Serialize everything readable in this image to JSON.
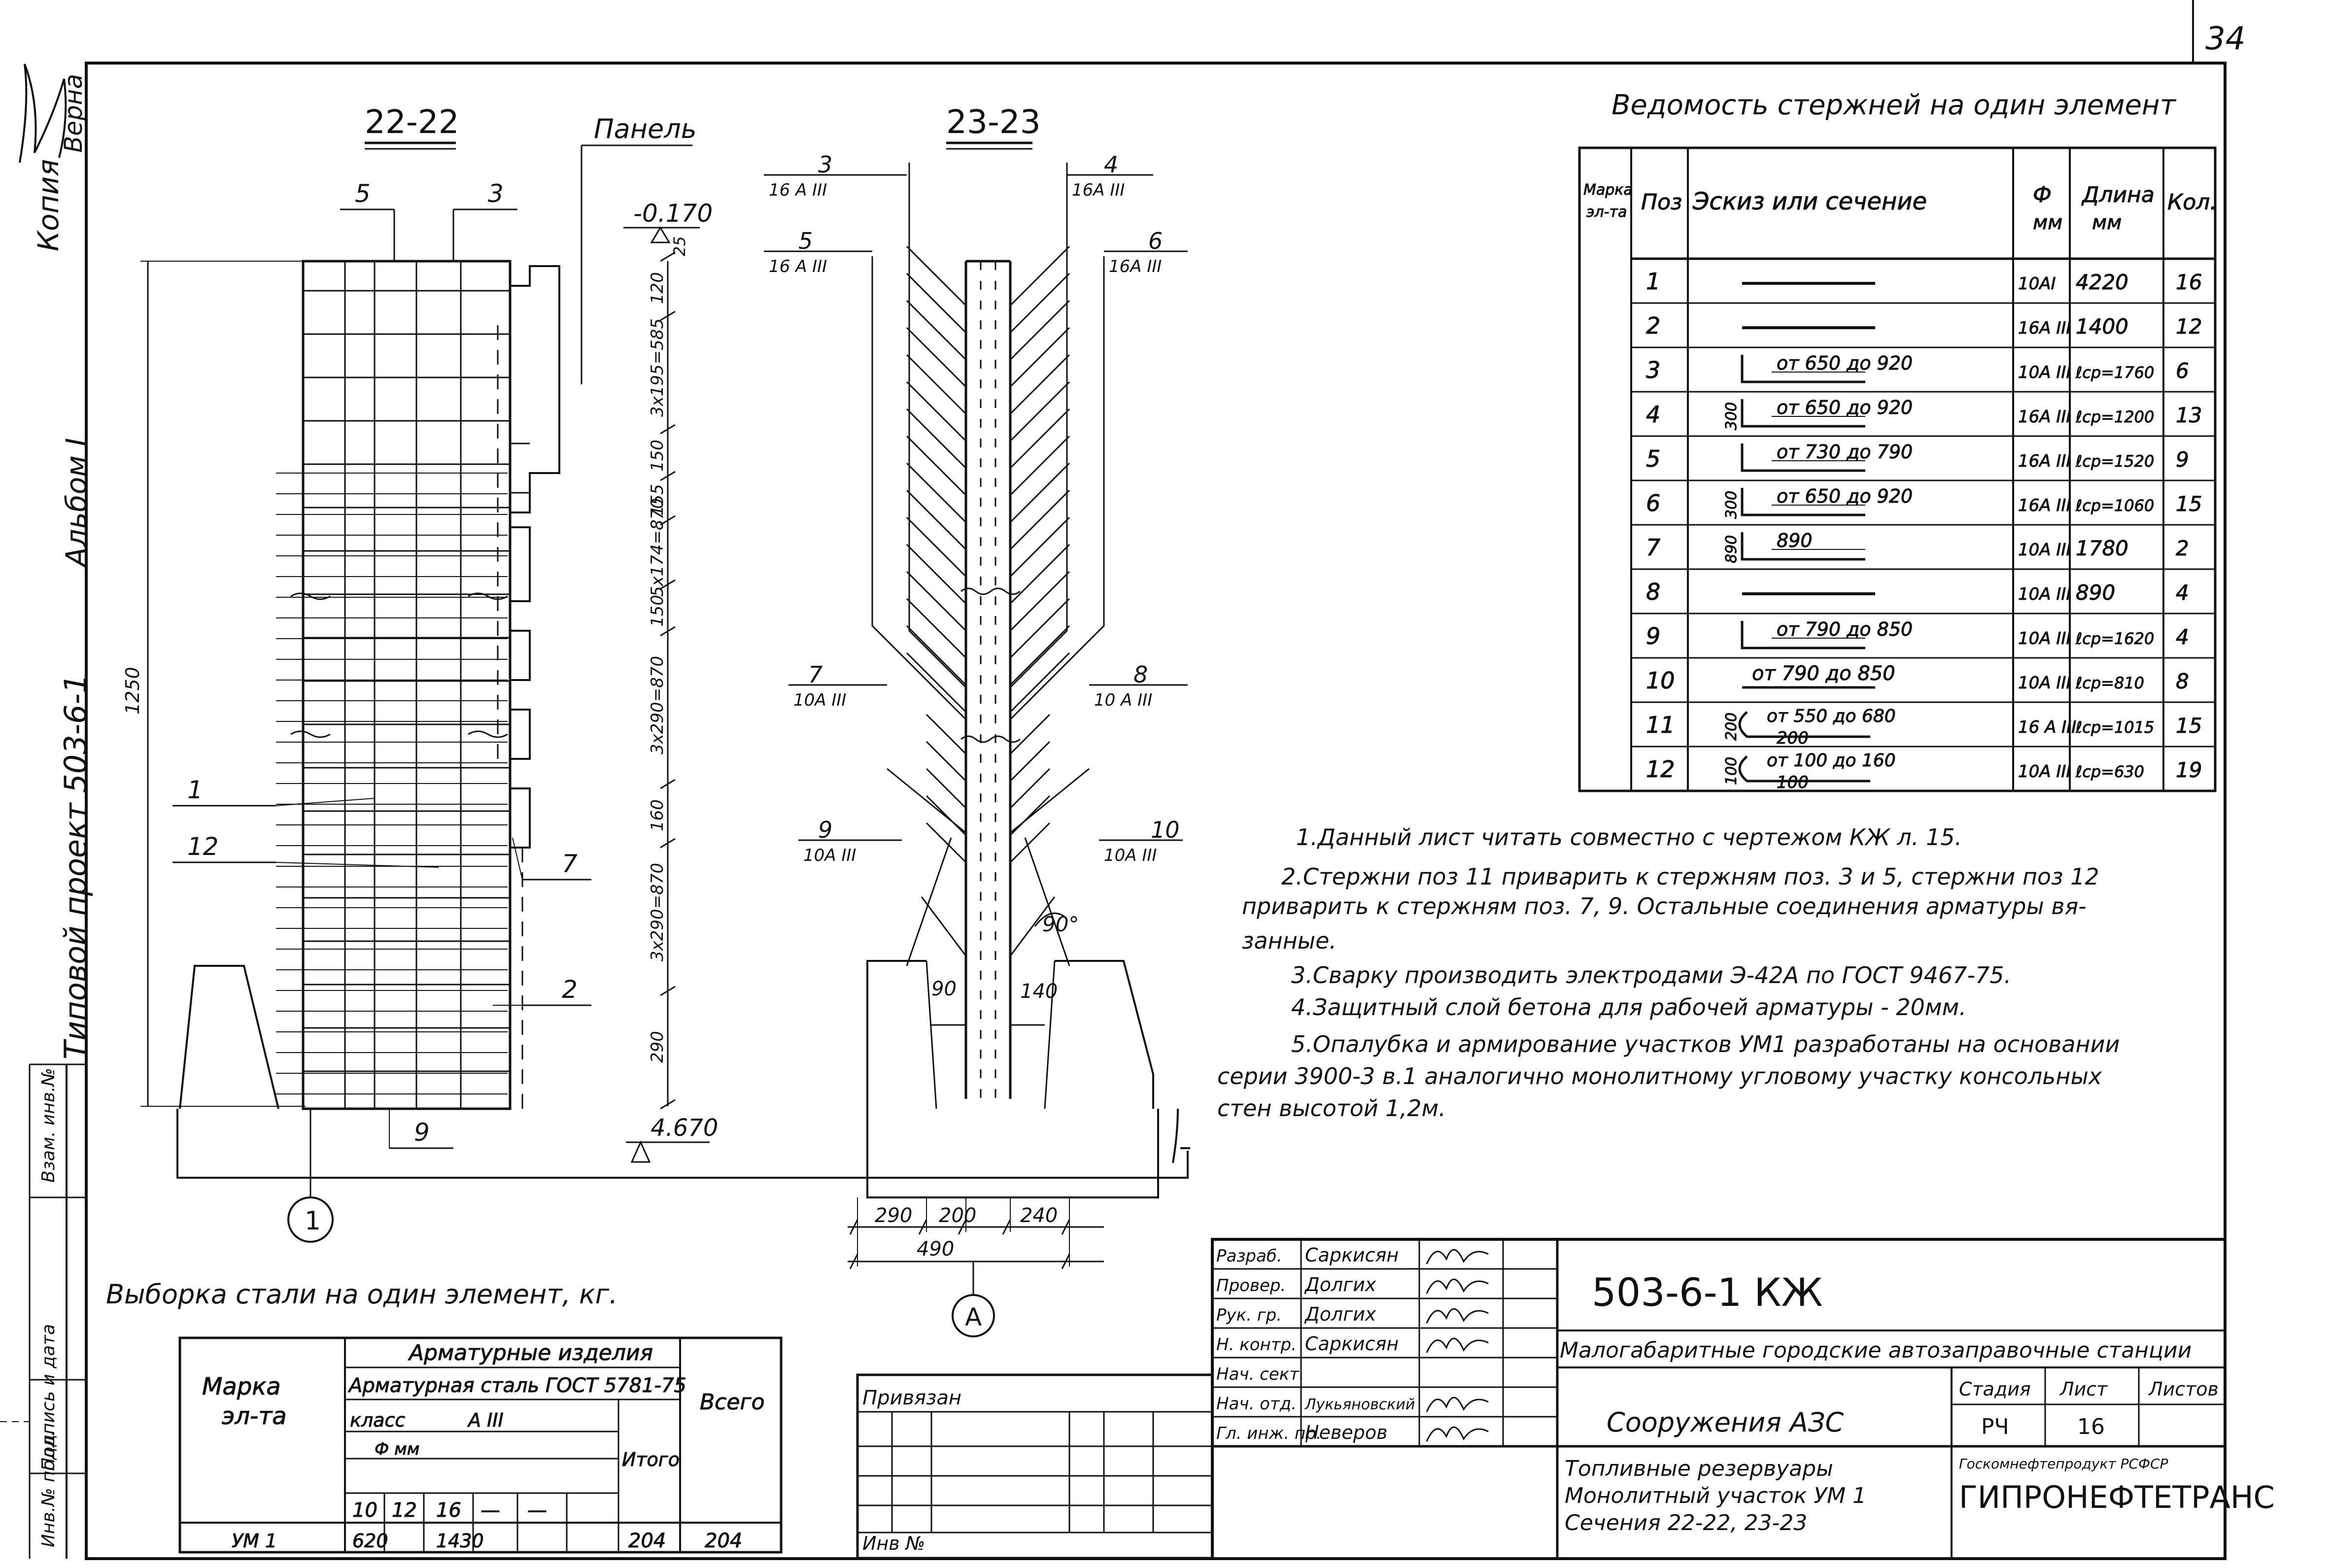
{
  "sheet_number": "34",
  "side": {
    "kopiya": "Копия",
    "verna": "Верна",
    "albom": "Альбом I",
    "project": "Типовой проект 503-6-1",
    "inv1": "Инв.№ подл.",
    "podpis": "Подпись и дата",
    "vzam": "Взам. инв.№"
  },
  "sec22": {
    "title": "22-22",
    "panel": "Панель",
    "elev_top": "-0.170",
    "elev_bottom": "4.670",
    "dim_total": "1250",
    "dims_right": [
      "120",
      "3x195=585",
      "150",
      "155",
      "5x174=870",
      "150",
      "3x290=870",
      "160",
      "3x290=870",
      "290"
    ],
    "small_25": "25",
    "pos_labels": [
      "5",
      "3",
      "1",
      "12",
      "7",
      "2",
      "9"
    ],
    "axis": "1"
  },
  "sec23": {
    "title": "23-23",
    "callouts": [
      {
        "pos": "3",
        "bar": "16 А III"
      },
      {
        "pos": "4",
        "bar": "16А III"
      },
      {
        "pos": "5",
        "bar": "16 А III"
      },
      {
        "pos": "6",
        "bar": "16А III"
      },
      {
        "pos": "7",
        "bar": "10А III"
      },
      {
        "pos": "8",
        "bar": "10 А III"
      },
      {
        "pos": "9",
        "bar": "10А III"
      },
      {
        "pos": "10",
        "bar": "10А III"
      }
    ],
    "angle": "90°",
    "dim_90": "90",
    "dim_140": "140",
    "dims_bottom": [
      "290",
      "200",
      "240"
    ],
    "dim_total": "490",
    "axis": "А"
  },
  "vedomost": {
    "title": "Ведомость стержней на один элемент",
    "headers": [
      "Марка эл-та",
      "Поз",
      "Эскиз или сечение",
      "Ф мм",
      "Длина мм",
      "Кол."
    ],
    "rows": [
      {
        "pos": "1",
        "sketch": "",
        "side": "",
        "dia": "10АI",
        "len": "4220",
        "qty": "16"
      },
      {
        "pos": "2",
        "sketch": "",
        "side": "",
        "dia": "16А III",
        "len": "1400",
        "qty": "12"
      },
      {
        "pos": "3",
        "sketch": "от 650 до 920",
        "side": "",
        "dia": "10А III",
        "len": "ℓср=1760",
        "qty": "6"
      },
      {
        "pos": "4",
        "sketch": "от 650 до 920",
        "side": "300",
        "dia": "16А III",
        "len": "ℓср=1200",
        "qty": "13"
      },
      {
        "pos": "5",
        "sketch": "от 730 до 790",
        "side": "",
        "dia": "16А III",
        "len": "ℓср=1520",
        "qty": "9"
      },
      {
        "pos": "6",
        "sketch": "от 650 до 920",
        "side": "300",
        "dia": "16А III",
        "len": "ℓср=1060",
        "qty": "15"
      },
      {
        "pos": "7",
        "sketch": "890",
        "side": "890",
        "dia": "10А III",
        "len": "1780",
        "qty": "2"
      },
      {
        "pos": "8",
        "sketch": "",
        "side": "",
        "dia": "10А III",
        "len": "890",
        "qty": "4"
      },
      {
        "pos": "9",
        "sketch": "от 790 до 850",
        "side": "",
        "dia": "10А III",
        "len": "ℓср=1620",
        "qty": "4"
      },
      {
        "pos": "10",
        "sketch": "от 790 до 850",
        "side": "",
        "dia": "10А III",
        "len": "ℓср=810",
        "qty": "8"
      },
      {
        "pos": "11",
        "sketch": "от 550 до 680",
        "side": "200",
        "sub": "200",
        "dia": "16 А III",
        "len": "ℓср=1015",
        "qty": "15"
      },
      {
        "pos": "12",
        "sketch": "от 100 до 160",
        "side": "100",
        "sub": "100",
        "dia": "10А III",
        "len": "ℓср=630",
        "qty": "19"
      }
    ]
  },
  "notes": [
    "1.Данный лист читать совместно с чертежом КЖ л. 15.",
    "2.Стержни поз 11 приварить к стержням поз. 3 и 5, стержни поз 12",
    "приварить к стержням поз. 7, 9. Остальные соединения арматуры вя-",
    "занные.",
    "3.Сварку производить электродами Э-42А по ГОСТ 9467-75.",
    "4.Защитный слой бетона для рабочей арматуры - 20мм.",
    "5.Опалубка и армирование участков УМ1 разработаны на основании",
    "серии 3900-3 в.1 аналогично монолитному угловому участку консольных",
    "стен высотой 1,2м."
  ],
  "vyborka": {
    "title": "Выборка стали на один элемент, кг.",
    "marka": "Марка эл-та",
    "izdelia": "Арматурные изделия",
    "stal": "Арматурная сталь ГОСТ 5781-75",
    "klass_label": "класс",
    "klass": "А III",
    "dia_label": "Ф мм",
    "diameters": [
      "10",
      "12",
      "16",
      "—",
      "—"
    ],
    "itogo": "Итого",
    "vsego": "Всего",
    "row": {
      "mark": "УМ 1",
      "values": [
        "620",
        "",
        "1430",
        "",
        ""
      ],
      "itogo": "204",
      "vsego": "204"
    }
  },
  "privyazan": {
    "label": "Привязан",
    "inv": "Инв №"
  },
  "stamp": {
    "roles": [
      "Разраб.",
      "Провер.",
      "Рук. гр.",
      "Н. контр.",
      "Нач. сект.",
      "Нач. отд.",
      "Гл. инж. пр."
    ],
    "names": [
      "Саркисян",
      "Долгих",
      "Долгих",
      "Саркисян",
      "",
      "Лукьяновский",
      "Неверов"
    ],
    "code": "503-6-1 КЖ",
    "title": "Малогабаритные городские автозаправочные станции",
    "object": "Сооружения АЗС",
    "stage_label": "Стадия",
    "sheet_label": "Лист",
    "sheets_label": "Листов",
    "stage": "РЧ",
    "sheet": "16",
    "sheets": "",
    "desc": [
      "Топливные резервуары",
      "Монолитный участок УМ 1",
      "Сечения 22-22, 23-23"
    ],
    "org_small": "Госкомнефтепродукт РСФСР",
    "org": "ГИПРОНЕФТЕТРАНС"
  }
}
